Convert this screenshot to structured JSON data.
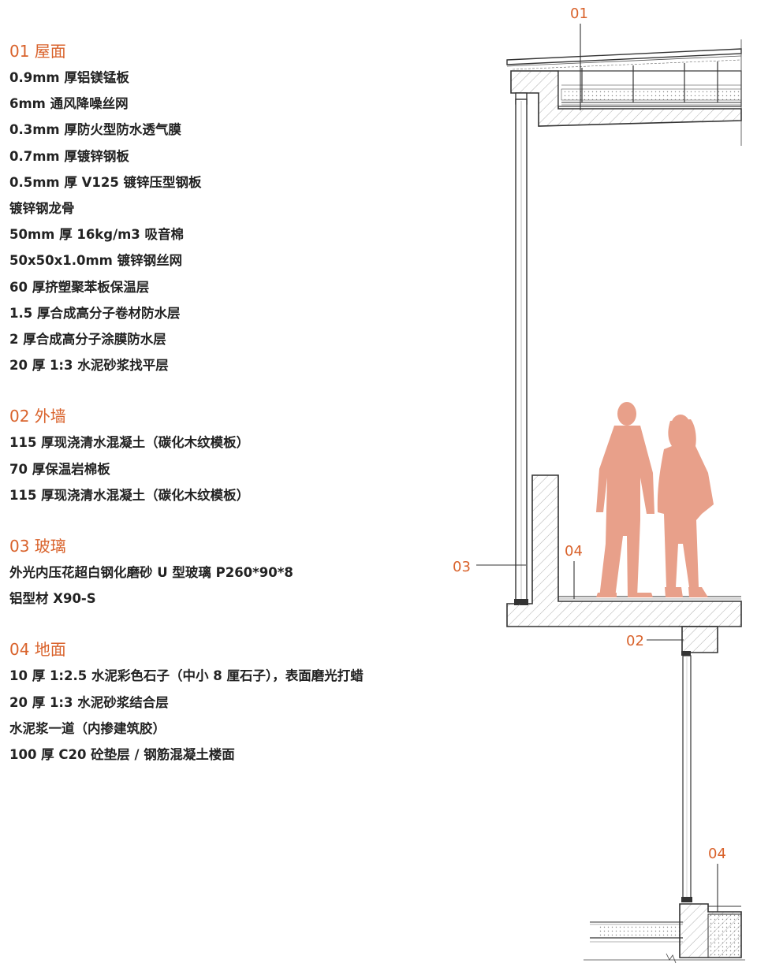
{
  "colors": {
    "accent": "#d9622b",
    "text": "#222222",
    "figure": "#e8a08a",
    "line": "#333333"
  },
  "sections": [
    {
      "title": "01 屋面",
      "items": [
        "0.9mm 厚铝镁锰板",
        "6mm 通风降噪丝网",
        "0.3mm 厚防火型防水透气膜",
        "0.7mm 厚镀锌钢板",
        "0.5mm 厚 V125 镀锌压型钢板",
        "镀锌钢龙骨",
        "50mm 厚 16kg/m3 吸音棉",
        "50x50x1.0mm 镀锌钢丝网",
        "60 厚挤塑聚苯板保温层",
        "1.5 厚合成高分子卷材防水层",
        "2 厚合成高分子涂膜防水层",
        "20 厚 1:3 水泥砂浆找平层"
      ]
    },
    {
      "title": "02 外墙",
      "items": [
        "115 厚现浇清水混凝土（碳化木纹模板）",
        "70 厚保温岩棉板",
        "115 厚现浇清水混凝土（碳化木纹模板）"
      ]
    },
    {
      "title": "03 玻璃",
      "items": [
        "外光内压花超白钢化磨砂 U 型玻璃 P260*90*8",
        "铝型材 X90-S"
      ]
    },
    {
      "title": "04 地面",
      "items": [
        "10 厚 1:2.5 水泥彩色石子（中小 8 厘石子），表面磨光打蜡",
        "20 厚 1:3 水泥砂浆结合层",
        "水泥浆一道（内掺建筑胶）",
        "100 厚 C20 砼垫层 / 钢筋混凝土楼面"
      ]
    }
  ],
  "callouts": {
    "roof": "01",
    "glass": "03",
    "floor_upper": "04",
    "wall": "02",
    "floor_lower": "04"
  }
}
